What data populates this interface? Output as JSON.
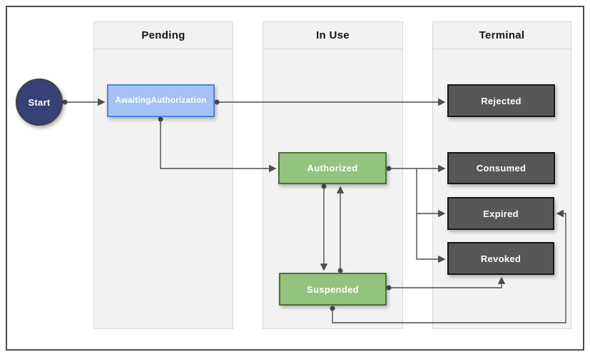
{
  "diagram": {
    "type": "state-machine-swimlane",
    "columns": [
      {
        "label": "Pending"
      },
      {
        "label": "In Use"
      },
      {
        "label": "Terminal"
      }
    ],
    "nodes": {
      "start": {
        "label": "Start",
        "kind": "initial",
        "column": null
      },
      "awaiting": {
        "label": "AwaitingAuthorization",
        "kind": "state",
        "column": "Pending"
      },
      "authorized": {
        "label": "Authorized",
        "kind": "state",
        "column": "In Use"
      },
      "suspended": {
        "label": "Suspended",
        "kind": "state",
        "column": "In Use"
      },
      "rejected": {
        "label": "Rejected",
        "kind": "terminal",
        "column": "Terminal"
      },
      "consumed": {
        "label": "Consumed",
        "kind": "terminal",
        "column": "Terminal"
      },
      "expired": {
        "label": "Expired",
        "kind": "terminal",
        "column": "Terminal"
      },
      "revoked": {
        "label": "Revoked",
        "kind": "terminal",
        "column": "Terminal"
      }
    },
    "edges": [
      {
        "from": "Start",
        "to": "AwaitingAuthorization"
      },
      {
        "from": "AwaitingAuthorization",
        "to": "Rejected"
      },
      {
        "from": "AwaitingAuthorization",
        "to": "Authorized"
      },
      {
        "from": "Authorized",
        "to": "Consumed"
      },
      {
        "from": "Authorized",
        "to": "Expired"
      },
      {
        "from": "Authorized",
        "to": "Revoked"
      },
      {
        "from": "Authorized",
        "to": "Suspended"
      },
      {
        "from": "Suspended",
        "to": "Authorized"
      },
      {
        "from": "Suspended",
        "to": "Revoked"
      },
      {
        "from": "Suspended",
        "to": "Expired"
      }
    ],
    "colors": {
      "initial_fill": "#364178",
      "pending_fill": "#a4c2f4",
      "pending_border": "#5181e0",
      "inuse_fill": "#93c47d",
      "inuse_border": "#47703a",
      "terminal_fill": "#575757",
      "terminal_border": "#161616",
      "edge": "#4d4d4d",
      "column_bg": "#f2f2f2",
      "column_border": "#d8d8d8",
      "frame_border": "#4f4f4f"
    }
  }
}
